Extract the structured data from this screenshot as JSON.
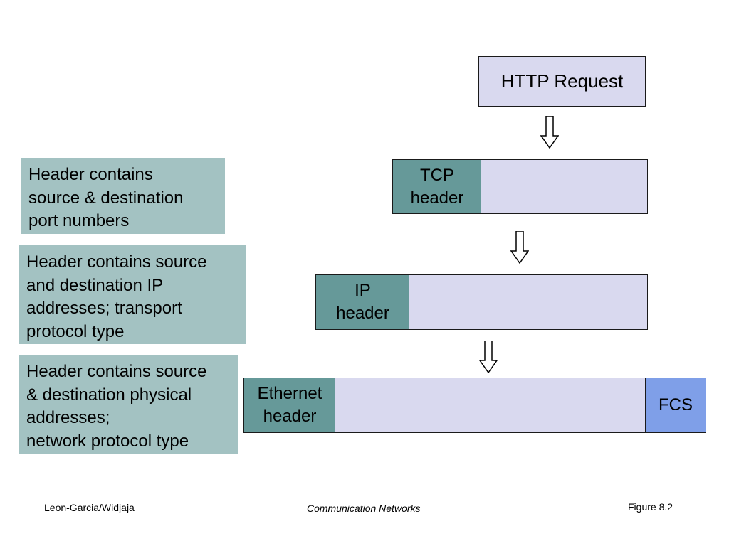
{
  "http": {
    "label": "HTTP Request"
  },
  "layers": {
    "tcp_header": "TCP\nheader",
    "ip_header": "IP\nheader",
    "ethernet_header": "Ethernet\nheader",
    "fcs": "FCS"
  },
  "notes": {
    "tcp": "Header contains\nsource & destination\nport numbers",
    "ip": "Header contains source\nand destination IP\naddresses;  transport\nprotocol type",
    "ethernet": "Header contains source\n& destination physical\naddresses;\nnetwork protocol type"
  },
  "footer": {
    "authors": "Leon-Garcia/Widjaja",
    "book": "Communication Networks",
    "figure": "Figure 8.2"
  },
  "colors": {
    "header_fill": "#669999",
    "payload_fill": "#d9d9ef",
    "fcs_fill": "#7f9fe8",
    "note_fill": "#a3c2c2"
  },
  "icons": [
    "down-arrow-icon"
  ]
}
